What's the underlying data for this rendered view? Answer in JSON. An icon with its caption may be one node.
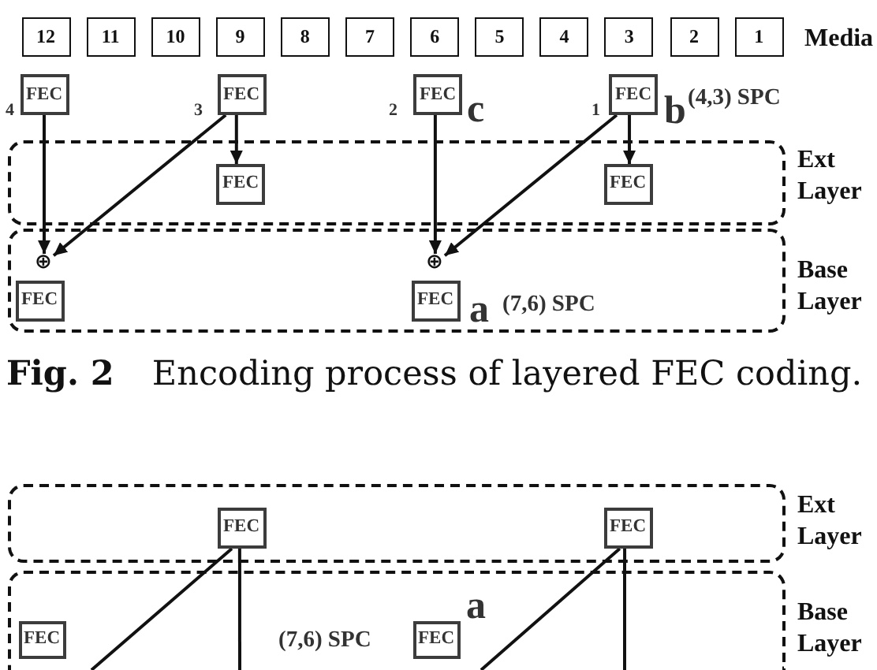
{
  "diagram": {
    "caption": "**Fig. 2** Encoding process of layered FEC coding.",
    "nodes": [
      {
        "text": [
          "12"
        ]
      },
      {
        "text": [
          "11"
        ]
      },
      {
        "text": [
          "10"
        ]
      },
      {
        "text": [
          "9"
        ]
      },
      {
        "text": [
          "8"
        ]
      },
      {
        "text": [
          "7"
        ]
      },
      {
        "text": [
          "6"
        ]
      },
      {
        "text": [
          "5"
        ]
      },
      {
        "text": [
          "4"
        ]
      },
      {
        "text": [
          "3"
        ]
      },
      {
        "text": [
          "2"
        ]
      },
      {
        "text": [
          "1"
        ]
      },
      {
        "text": [
          "FEC"
        ],
        "beside": [
          "4"
        ]
      },
      {
        "text": [
          "FEC"
        ],
        "beside": [
          "3"
        ]
      },
      {
        "text": [
          "FEC"
        ],
        "beside": [
          "2",
          "c"
        ]
      },
      {
        "text": [
          "FEC"
        ],
        "beside": [
          "1",
          "b",
          "(4,3) SPC"
        ]
      },
      {
        "text": [
          "Ext Layer"
        ]
      },
      {
        "text": [
          "FEC"
        ],
        "in": 16
      },
      {
        "text": [
          "FEC"
        ],
        "in": 16
      },
      {
        "text": [
          "Base Layer"
        ]
      },
      {
        "text": [
          "⊕"
        ],
        "in": 19
      },
      {
        "text": [
          "⊕"
        ],
        "in": 19
      },
      {
        "text": [
          "FEC"
        ],
        "in": 19
      },
      {
        "text": [
          "FEC"
        ],
        "in": 19,
        "beside": [
          "a",
          "(7,6) SPC"
        ]
      },
      {
        "text": [
          "Ext Layer"
        ]
      },
      {
        "text": [
          "FEC"
        ],
        "in": 24
      },
      {
        "text": [
          "FEC"
        ],
        "in": 24
      },
      {
        "text": [
          "Base Layer"
        ]
      },
      {
        "text": [
          "FEC"
        ],
        "in": 27
      },
      {
        "text": [
          "FEC"
        ],
        "in": 27,
        "beside": [
          "a",
          "(7,6) SPC"
        ]
      }
    ],
    "edges": [
      {
        "from": 12,
        "to": 20,
        "arrow": "to"
      },
      {
        "from": 13,
        "to": 17,
        "arrow": "to"
      },
      {
        "from": 13,
        "to": 20,
        "arrow": "to"
      },
      {
        "from": 14,
        "to": 21,
        "arrow": "to"
      },
      {
        "from": 15,
        "to": 18,
        "arrow": "to"
      },
      {
        "from": 15,
        "to": 21,
        "arrow": "to"
      },
      {
        "from": 25,
        "to": 27,
        "arrow": "none"
      },
      {
        "from": 25,
        "to": 27,
        "arrow": "none"
      },
      {
        "from": 26,
        "to": 27,
        "arrow": "none"
      },
      {
        "from": 26,
        "to": 27,
        "arrow": "none"
      }
    ],
    "labels": [
      "Media"
    ]
  }
}
